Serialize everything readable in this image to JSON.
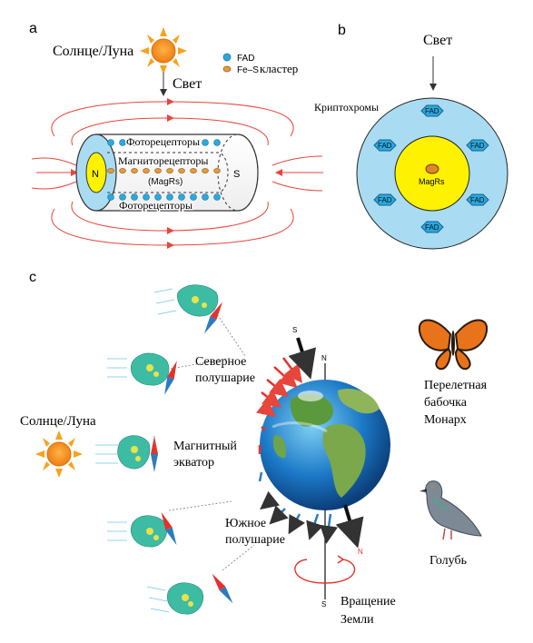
{
  "panel_a": {
    "letter": "a",
    "sun_label": "Солнце/Луна",
    "light_label": "Свет",
    "legend_fad": "FAD",
    "legend_fes_prefix": "Fe–S",
    "legend_fes_suffix": "кластер",
    "pole_n": "N",
    "pole_s": "S",
    "photoreceptors_top": "Фоторецепторы",
    "magnetoreceptors": "Магниторецепторы",
    "magrs": "(MagRs)",
    "photoreceptors_bottom": "Фоторецепторы"
  },
  "panel_b": {
    "letter": "b",
    "light_label": "Свет",
    "cryptochromes_label": "Криптохромы",
    "fad_label": "FAD",
    "magrs_label": "MagRs"
  },
  "panel_c": {
    "letter": "c",
    "sun_label": "Солнце/Луна",
    "north_hemisphere": [
      "Северное",
      "полушарие"
    ],
    "magnetic_equator": [
      "Магнитный",
      "экватор"
    ],
    "south_hemisphere": [
      "Южное",
      "полушарие"
    ],
    "earth_rotation": [
      "Вращение",
      "Земли"
    ],
    "axis_n": "N",
    "axis_s": "S",
    "field_s": "S",
    "field_n": "N",
    "butterfly_label": [
      "Перелетная",
      "бабочка",
      "Монарх"
    ],
    "pigeon_label": "Голубь"
  },
  "colors": {
    "sun": "#f7941d",
    "sun_rays": "#f7a21b",
    "field_lines": "#e8453c",
    "fad_blue": "#29a9e0",
    "light_blue": "#a9dcf2",
    "magrs_yellow": "#fff200",
    "needle_red": "#e8302a",
    "needle_blue": "#2b7bc0",
    "butterfly_orange": "#e8731a",
    "pigeon_gray": "#7d8a96"
  }
}
